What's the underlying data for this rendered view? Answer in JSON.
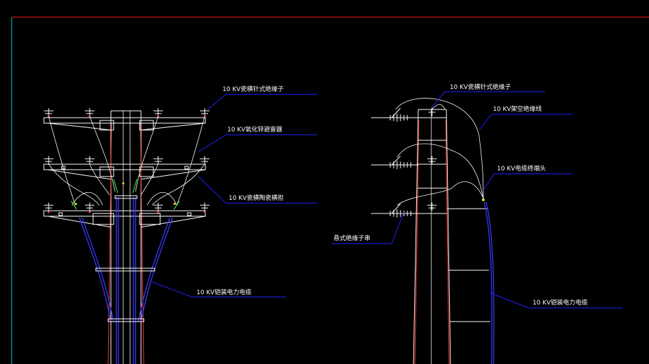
{
  "colors": {
    "background": "#000000",
    "frame_red": "#ff2020",
    "frame_cyan": "#00d0d0",
    "leader_blue": "#2020ff",
    "structure_white": "#ffffff",
    "pole_red": "#ff3030",
    "cable_blue": "#3a3aff",
    "arrester_green": "#30e030",
    "accent_yellow": "#e8e820"
  },
  "left_view": {
    "labels": {
      "pin_insulator": "10 KV瓷横针式绝缘子",
      "arrester": "10 KV氧化锌避雷器",
      "cross_arm": "10 KV瓷横陶瓷横担",
      "cable": "10 KV铠装电力电缆"
    }
  },
  "right_view": {
    "labels": {
      "pin_insulator": "10 KV瓷横针式绝缘子",
      "overhead_line": "10 KV架空绝缘线",
      "cable_terminal": "10 KV电缆终端头",
      "suspension_insulator": "悬式绝缘子串",
      "cable": "10 KV铠装电力电缆"
    }
  }
}
